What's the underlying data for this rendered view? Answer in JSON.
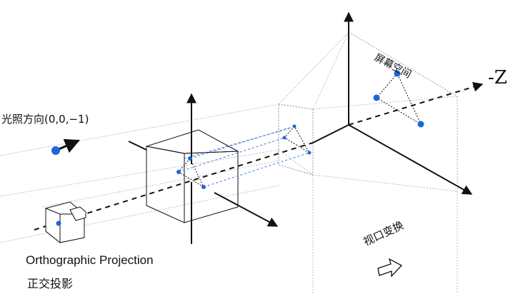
{
  "labels": {
    "light_direction": "光照方向(0,0,−1)",
    "projection_en": "Orthographic Projection",
    "projection_zh": "正交投影",
    "axis_neg_z": "-Z",
    "screen_space": "屏幕空间",
    "viewport_transform": "视口变换"
  },
  "icons": {
    "camera": "camera-icon",
    "light": "light-source-icon",
    "arrow": "hollow-right-arrow-icon"
  },
  "colors": {
    "line": "#111111",
    "guide": "#b5b5b5",
    "projection_dashed": "#3a78d8",
    "point": "#1f66d6"
  }
}
